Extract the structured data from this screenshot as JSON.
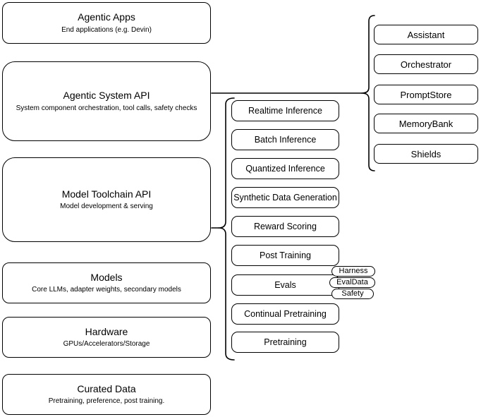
{
  "diagram": {
    "left_stack": [
      {
        "title": "Agentic Apps",
        "subtitle": "End applications (e.g. Devin)"
      },
      {
        "title": "Agentic System API",
        "subtitle": "System component orchestration, tool calls, safety checks"
      },
      {
        "title": "Model Toolchain API",
        "subtitle": "Model development & serving"
      },
      {
        "title": "Models",
        "subtitle": "Core LLMs, adapter weights, secondary models"
      },
      {
        "title": "Hardware",
        "subtitle": "GPUs/Accelerators/Storage"
      },
      {
        "title": "Curated Data",
        "subtitle": "Pretraining, preference, post training."
      }
    ],
    "toolchain_services": [
      "Realtime Inference",
      "Batch Inference",
      "Quantized Inference",
      "Synthetic Data Generation",
      "Reward Scoring",
      "Post Training",
      "Evals",
      "Continual Pretraining",
      "Pretraining"
    ],
    "evals_tags": [
      "Harness",
      "EvalData",
      "Safety"
    ],
    "system_components": [
      "Assistant",
      "Orchestrator",
      "PromptStore",
      "MemoryBank",
      "Shields"
    ],
    "colors": {
      "stroke": "#000000",
      "background": "#ffffff",
      "node_fill": "#ffffff"
    }
  }
}
